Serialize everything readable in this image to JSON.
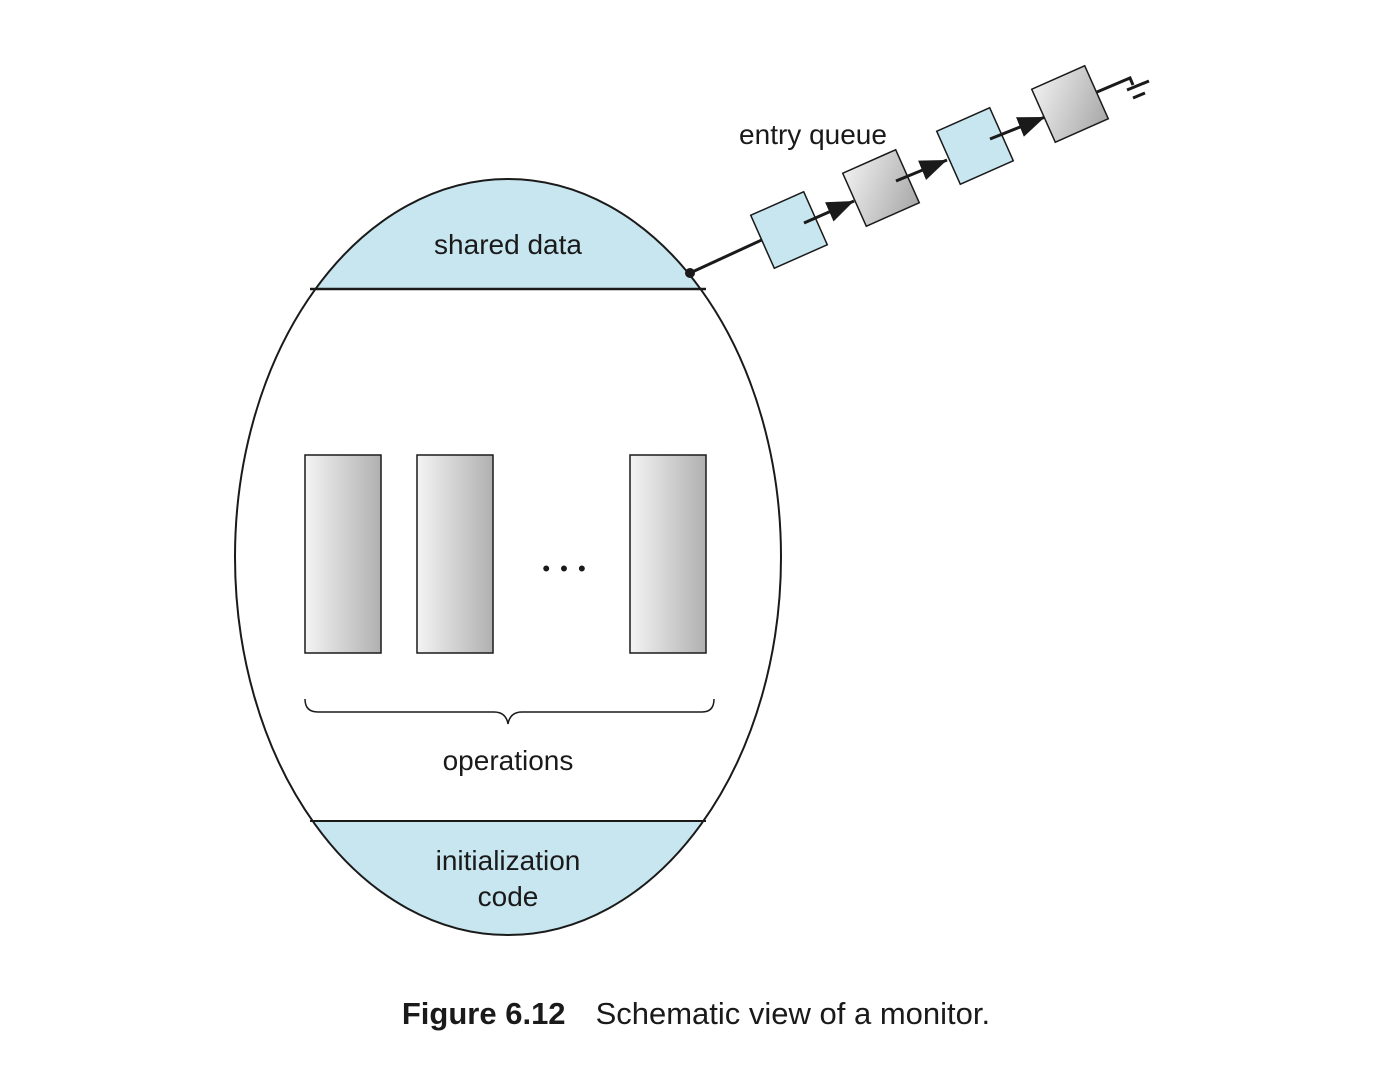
{
  "diagram": {
    "shared_data_label": "shared data",
    "entry_queue_label": "entry queue",
    "ellipsis": "• • •",
    "operations_label": "operations",
    "init_code_line1": "initialization",
    "init_code_line2": "code"
  },
  "caption": {
    "number": "Figure 6.12",
    "text": "Schematic view of a monitor."
  },
  "colors": {
    "light_blue": "#c7e6ef",
    "gray_dark": "#b0b0b0",
    "gray_light": "#f4f4f4",
    "stroke": "#1a1a1a"
  }
}
